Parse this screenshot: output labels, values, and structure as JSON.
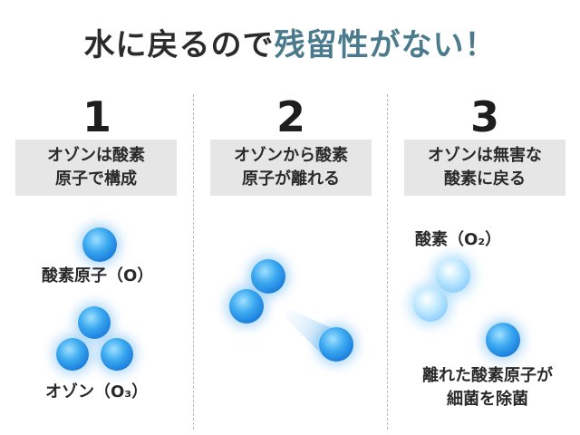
{
  "title": {
    "part1": "水に戻るので",
    "part2": "残留性がない！"
  },
  "steps": [
    {
      "number": "1",
      "line1": "オゾンは酸素",
      "line2": "原子で構成",
      "label_atom": "酸素原子（O）",
      "label_molecule": "オゾン（O₃）"
    },
    {
      "number": "2",
      "line1": "オゾンから酸素",
      "line2": "原子が離れる"
    },
    {
      "number": "3",
      "line1": "オゾンは無害な",
      "line2": "酸素に戻る",
      "label_oxygen": "酸素（O₂）",
      "label_free_line1": "離れた酸素原子が",
      "label_free_line2": "細菌を除菌"
    }
  ],
  "colors": {
    "accent": "#4a7a8c",
    "atom": "#2a8fe6",
    "atom_light": "#8fd0fb",
    "box": "#e6e6e6"
  }
}
